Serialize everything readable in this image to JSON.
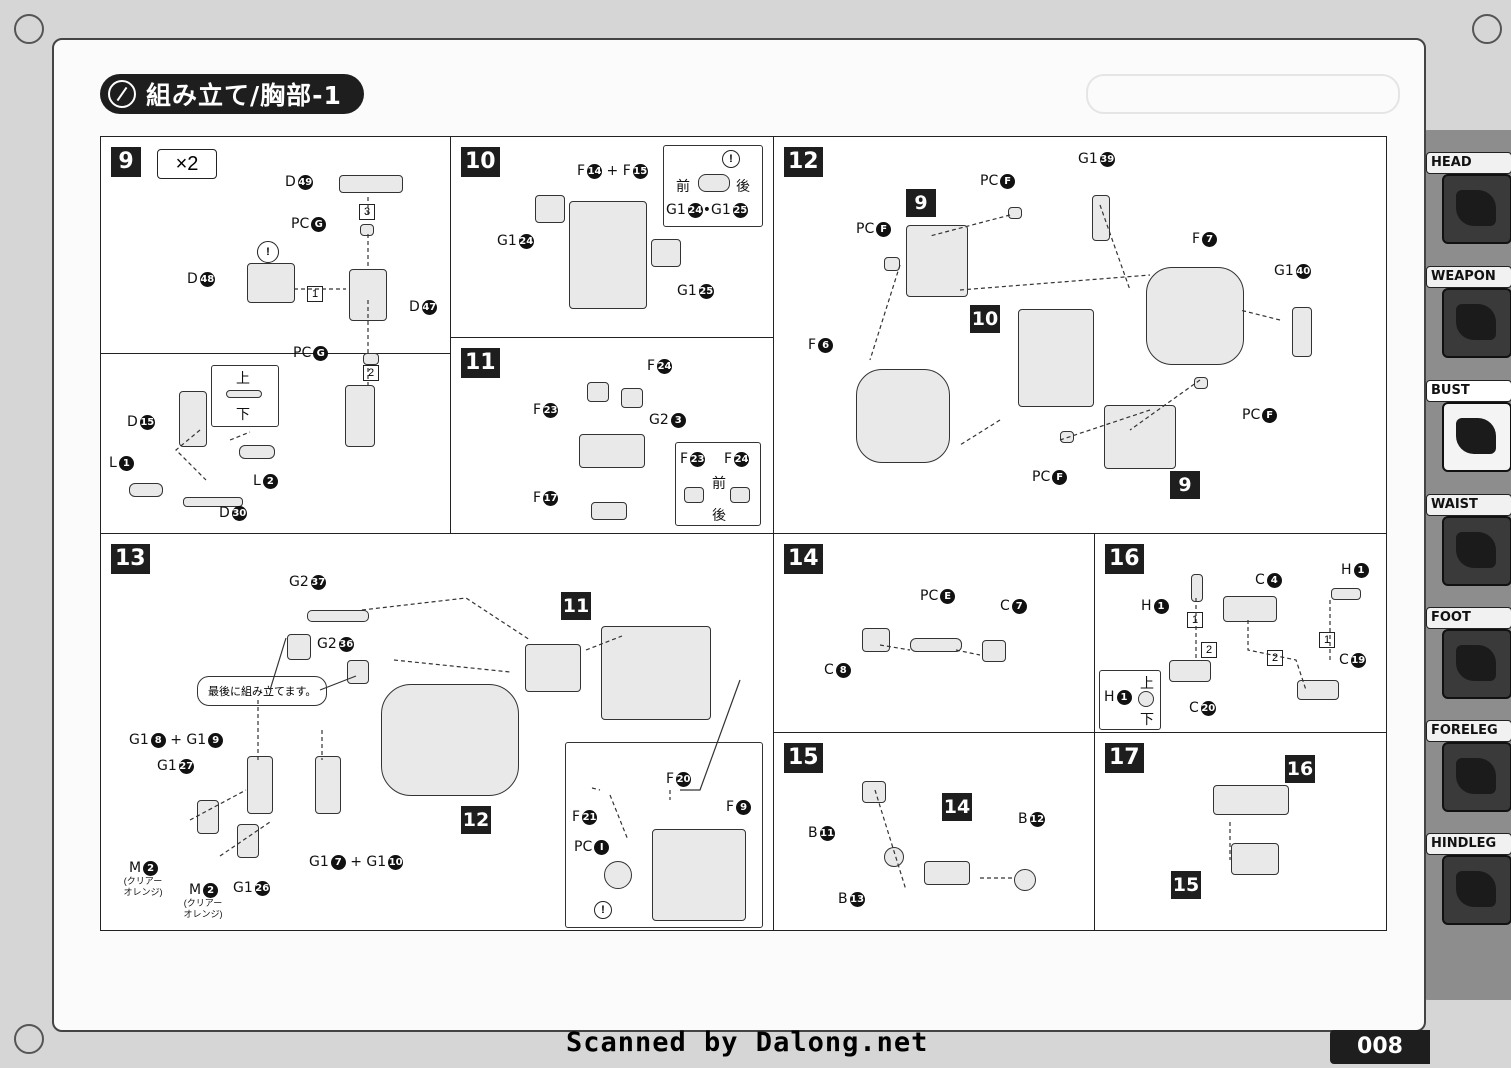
{
  "header": {
    "title": "組み立て/胸部-1"
  },
  "footer": {
    "scan_credit": "Scanned by Dalong.net",
    "page_number": "008"
  },
  "sidebar": {
    "tabs": [
      {
        "label": "HEAD",
        "active": false
      },
      {
        "label": "WEAPON",
        "active": false
      },
      {
        "label": "BUST",
        "active": true
      },
      {
        "label": "WAIST",
        "active": false
      },
      {
        "label": "FOOT",
        "active": false
      },
      {
        "label": "FORELEG",
        "active": false
      },
      {
        "label": "HINDLEG",
        "active": false
      }
    ]
  },
  "step9": {
    "number": "9",
    "quantity": "×2",
    "parts": {
      "d49": "D",
      "d49n": "49",
      "pcg1": "PC",
      "pcg1n": "G",
      "d48": "D",
      "d48n": "48",
      "d47": "D",
      "d47n": "47",
      "pcg2": "PC",
      "pcg2n": "G",
      "d15": "D",
      "d15n": "15",
      "l1": "L",
      "l1n": "1",
      "l2": "L",
      "l2n": "2",
      "d30": "D",
      "d30n": "30"
    },
    "seq": [
      "3",
      "1",
      "2"
    ],
    "callout": {
      "up": "上",
      "down": "下"
    },
    "warn": "!"
  },
  "step10": {
    "number": "10",
    "top": "F",
    "topn1": "14",
    "plus": "+",
    "topf2": "F",
    "topn2": "15",
    "g124": "G1",
    "g124n": "24",
    "g125": "G1",
    "g125n": "25",
    "callout": {
      "front": "前",
      "back": "後",
      "a": "G1",
      "an": "24",
      "dot": "•",
      "b": "G1",
      "bn": "25",
      "warn": "!"
    }
  },
  "step11": {
    "number": "11",
    "f24": "F",
    "f24n": "24",
    "f23": "F",
    "f23n": "23",
    "g23": "G2",
    "g23n": "3",
    "f17": "F",
    "f17n": "17",
    "callout": {
      "a": "F",
      "an": "23",
      "b": "F",
      "bn": "24",
      "front": "前",
      "back": "後"
    }
  },
  "step12": {
    "number": "12",
    "g139": "G1",
    "g139n": "39",
    "pcf1": "PC",
    "pcf1n": "F",
    "pcf2": "PC",
    "pcf2n": "F",
    "f7": "F",
    "f7n": "7",
    "g140": "G1",
    "g140n": "40",
    "f6": "F",
    "f6n": "6",
    "pcf3": "PC",
    "pcf3n": "F",
    "pcf4": "PC",
    "pcf4n": "F",
    "ref9a": "9",
    "ref10": "10",
    "ref9b": "9"
  },
  "step13": {
    "number": "13",
    "g237": "G2",
    "g237n": "37",
    "g236": "G2",
    "g236n": "36",
    "note": "最後に組み立てます。",
    "g18": "G1",
    "g18n": "8",
    "plus": "+",
    "g19": "G1",
    "g19n": "9",
    "g127": "G1",
    "g127n": "27",
    "m2a": "M",
    "m2an": "2",
    "m2asub": "(クリアー\nオレンジ)",
    "m2b": "M",
    "m2bn": "2",
    "m2bsub": "(クリアー\nオレンジ)",
    "g126": "G1",
    "g126n": "26",
    "g17": "G1",
    "g17n": "7",
    "g110": "G1",
    "g110n": "10",
    "ref11": "11",
    "ref12": "12",
    "f20": "F",
    "f20n": "20",
    "f21": "F",
    "f21n": "21",
    "f9": "F",
    "f9n": "9",
    "pci": "PC",
    "pcin": "I",
    "warn": "!"
  },
  "step14": {
    "number": "14",
    "pce": "PC",
    "pcen": "E",
    "c7": "C",
    "c7n": "7",
    "c8": "C",
    "c8n": "8"
  },
  "step15": {
    "number": "15",
    "b11": "B",
    "b11n": "11",
    "b12": "B",
    "b12n": "12",
    "b13": "B",
    "b13n": "13",
    "ref14": "14"
  },
  "step16": {
    "number": "16",
    "h1a": "H",
    "h1an": "1",
    "c4": "C",
    "c4n": "4",
    "h1b": "H",
    "h1bn": "1",
    "c19": "C",
    "c19n": "19",
    "c20": "C",
    "c20n": "20",
    "seq": [
      "1",
      "2",
      "2",
      "1"
    ],
    "callout": {
      "h": "H",
      "hn": "1",
      "up": "上",
      "down": "下"
    }
  },
  "step17": {
    "number": "17",
    "ref16": "16",
    "ref15": "15"
  }
}
